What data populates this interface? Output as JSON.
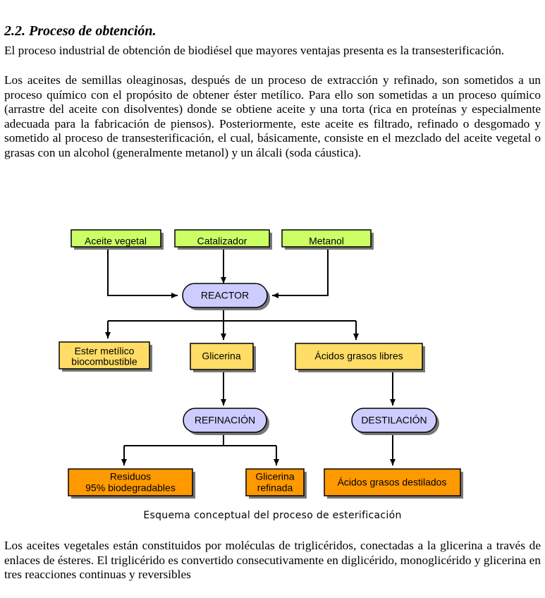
{
  "section_heading": "2.2. Proceso de obtención.",
  "paragraphs": [
    "El proceso industrial de obtención de biodiésel que mayores ventajas presenta es la transesterificación.",
    "Los aceites de semillas oleaginosas, después de un proceso de extracción y refinado, son sometidos a un proceso químico con el propósito de obtener éster metílico. Para ello son sometidas a un proceso químico (arrastre del aceite con disolventes) donde se obtiene aceite y una torta (rica en proteínas y especialmente adecuada para la fabricación de piensos). Posteriormente, este aceite es filtrado, refinado o desgomado y sometido al proceso de transesterificación, el cual, básicamente, consiste en el mezclado del aceite vegetal o grasas con un alcohol (generalmente metanol) y un álcali (soda cáustica).",
    "Los aceites vegetales están constituidos por moléculas de triglicéridos, conectadas a la glicerina a través de enlaces de ésteres. El triglicérido es convertido consecutivamente en diglicérido, monoglicérido y glicerina en tres reacciones continuas y reversibles"
  ],
  "diagram": {
    "inputs": [
      "Aceite vegetal",
      "Catalizador",
      "Metanol"
    ],
    "reactor": "REACTOR",
    "products": {
      "ester_line1": "Ester metílico",
      "ester_line2": "biocombustible",
      "glicerina": "Glicerina",
      "acidos": "Ácidos grasos libres"
    },
    "refinacion": "REFINACIÓN",
    "destilacion": "DESTILACIÓN",
    "outputs": {
      "residuos_line1": "Residuos",
      "residuos_line2": "95% biodegradables",
      "glicerina_ref_line1": "Glicerina",
      "glicerina_ref_line2": "refinada",
      "acidos_destilados": "Ácidos grasos destilados"
    },
    "colors": {
      "input_fill": "#ccff66",
      "product_fill": "#ffdd66",
      "output_fill": "#ff9900",
      "process_fill": "#ccccff",
      "border": "#000000",
      "shadow": "#777777"
    }
  },
  "caption": "Esquema conceptual del proceso de esterificación"
}
